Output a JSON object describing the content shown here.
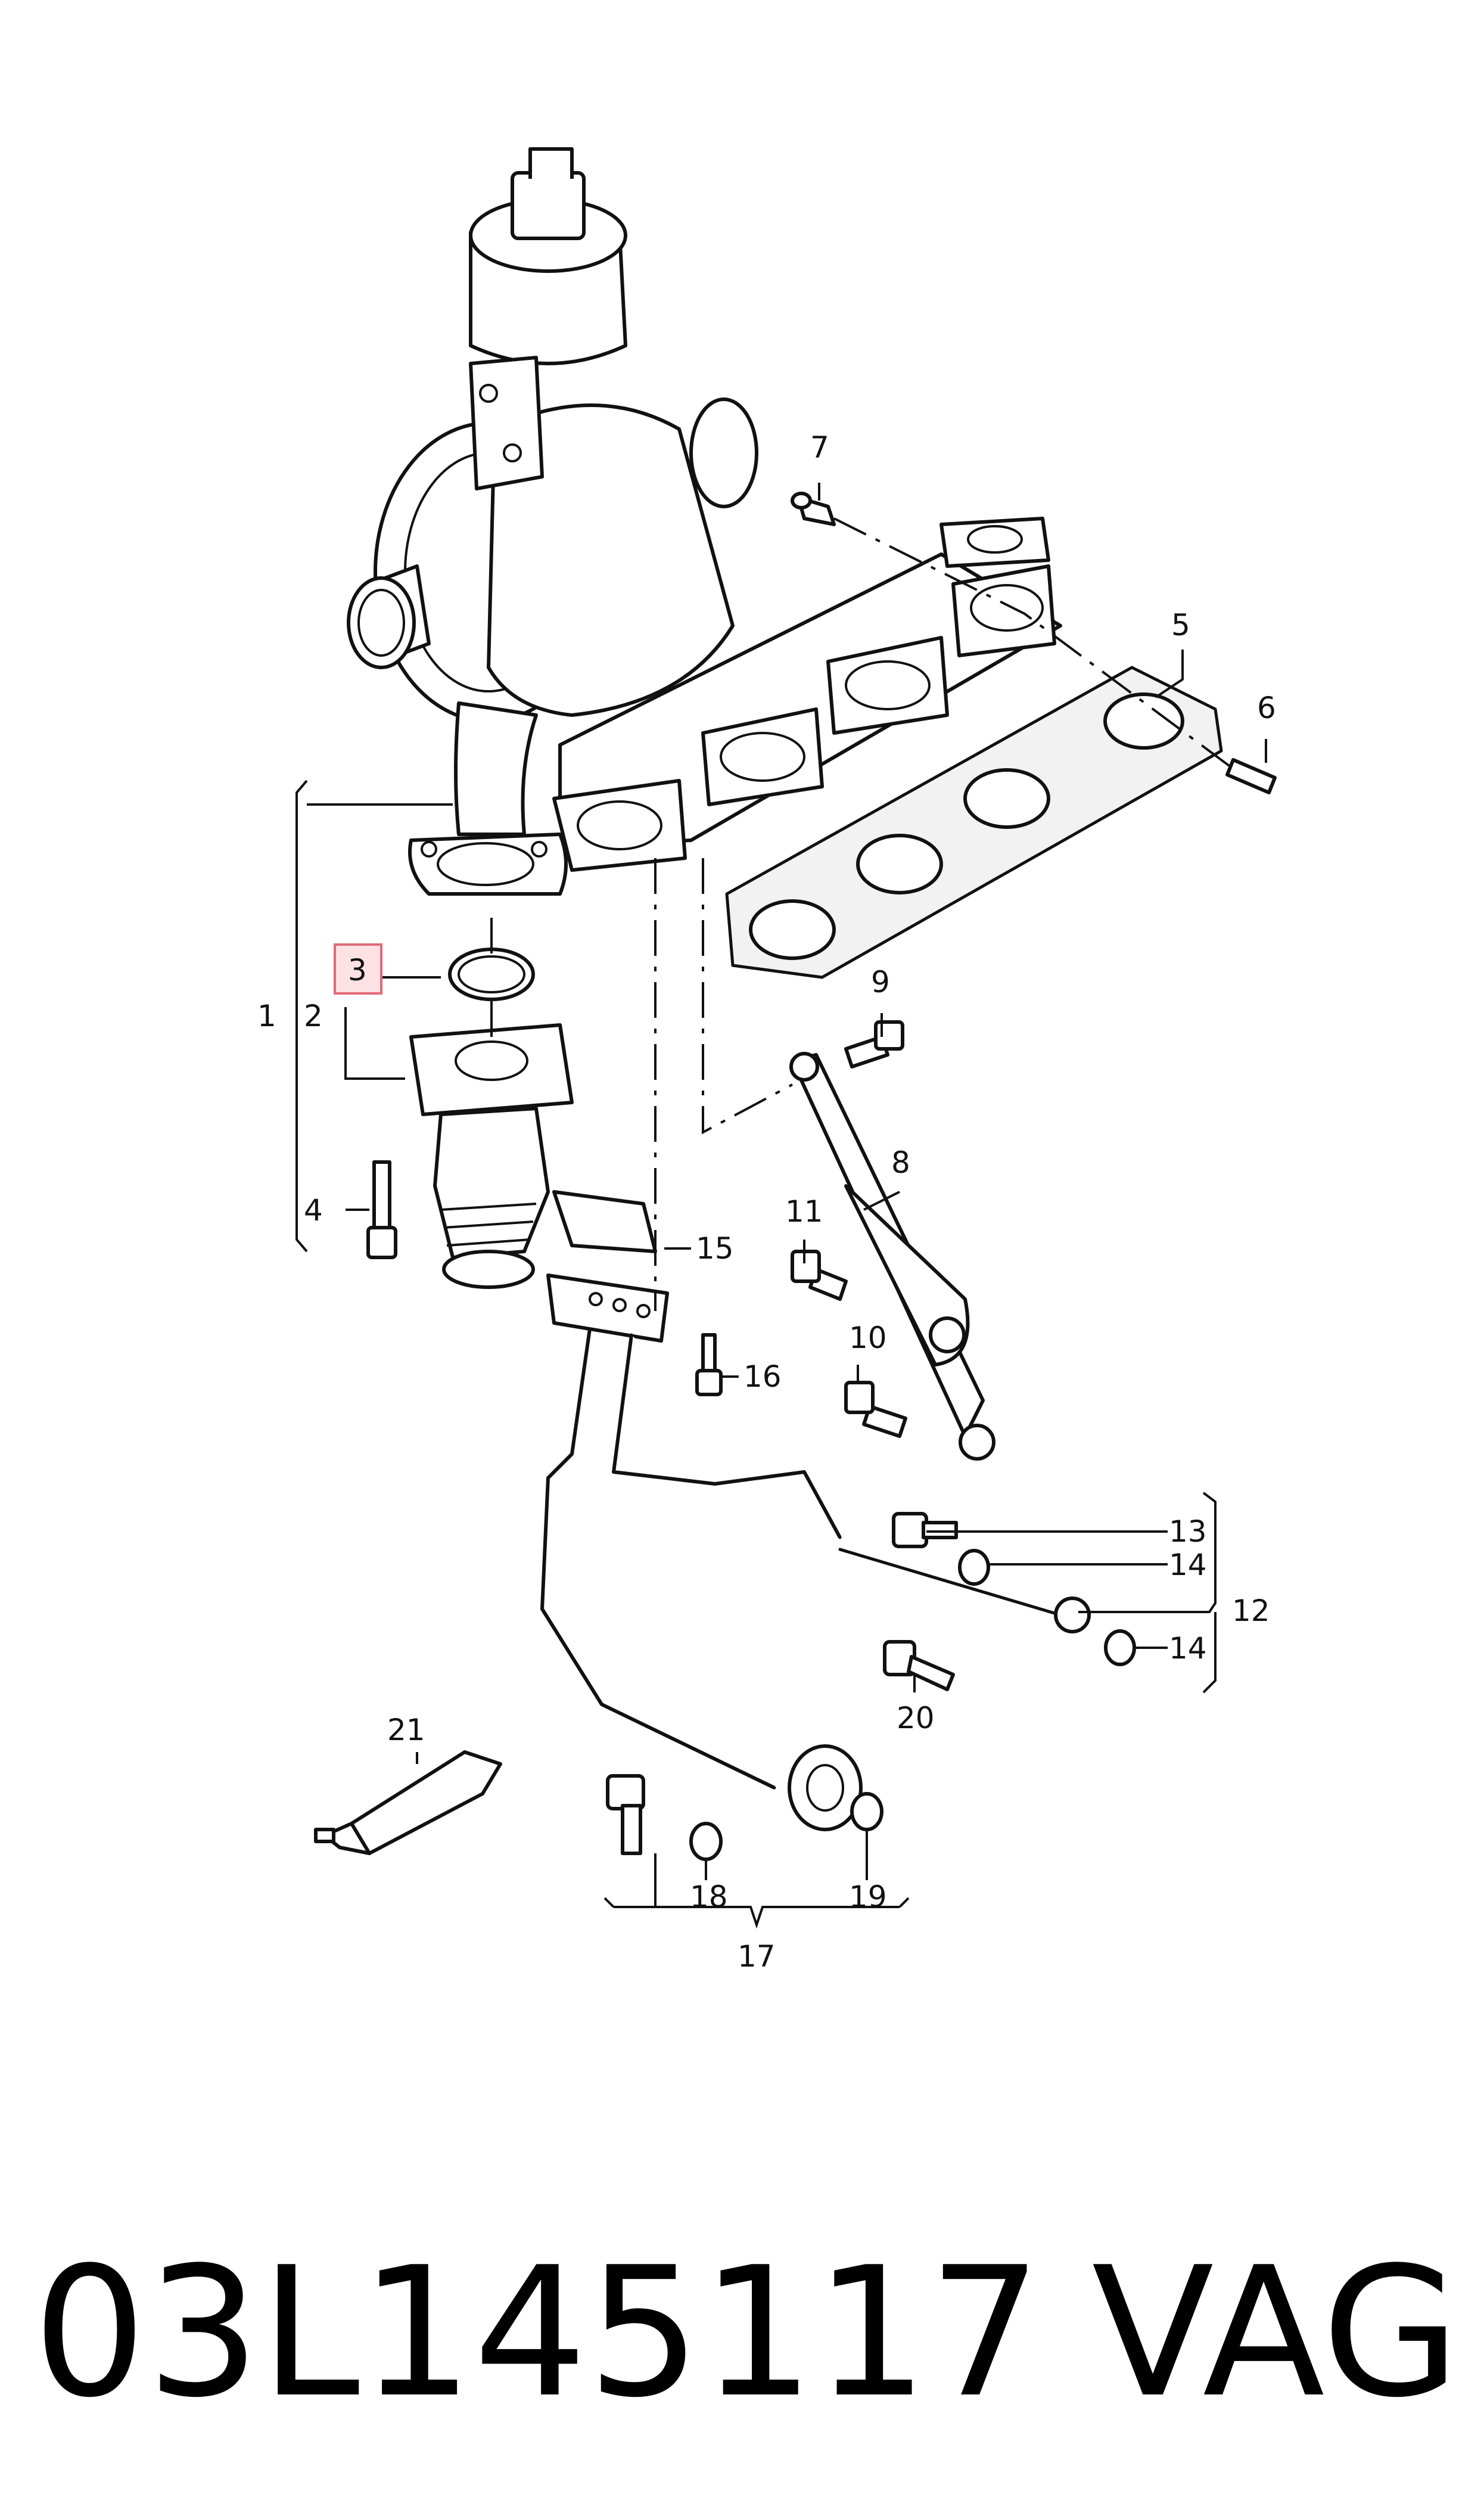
{
  "callouts": {
    "c1": "1",
    "c2": "2",
    "c3": "3",
    "c4": "4",
    "c5": "5",
    "c6": "6",
    "c7": "7",
    "c8": "8",
    "c9": "9",
    "c10": "10",
    "c11": "11",
    "c12": "12",
    "c13": "13",
    "c14a": "14",
    "c14b": "14",
    "c15": "15",
    "c16": "16",
    "c17": "17",
    "c18": "18",
    "c19": "19",
    "c20": "20",
    "c21": "21"
  },
  "highlighted_callout": "3",
  "highlight_color": "#fde2e4",
  "footer": {
    "part_number": "03L145117",
    "brand": "VAG"
  }
}
